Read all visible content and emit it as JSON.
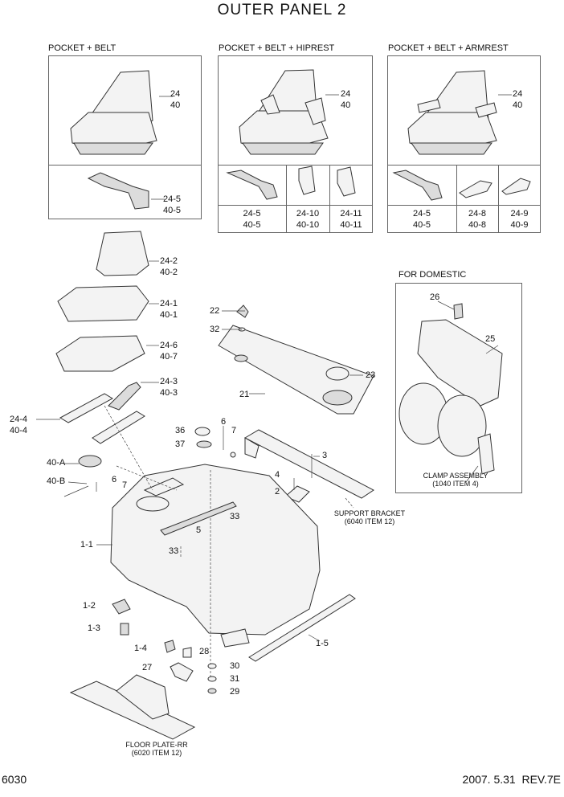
{
  "title": "OUTER PANEL 2",
  "footer": {
    "page_number": "6030",
    "date_rev": "2007. 5.31  REV.7E"
  },
  "boxes": {
    "pocket_belt": {
      "heading": "POCKET + BELT",
      "seat": [
        "24",
        "40"
      ],
      "belt": [
        "24-5",
        "40-5"
      ]
    },
    "pocket_belt_hiprest": {
      "heading": "POCKET + BELT + HIPREST",
      "seat": [
        "24",
        "40"
      ],
      "cells": [
        [
          "24-5",
          "40-5"
        ],
        [
          "24-10",
          "40-10"
        ],
        [
          "24-11",
          "40-11"
        ]
      ]
    },
    "pocket_belt_armrest": {
      "heading": "POCKET + BELT + ARMREST",
      "seat": [
        "24",
        "40"
      ],
      "cells": [
        [
          "24-5",
          "40-5"
        ],
        [
          "24-8",
          "40-8"
        ],
        [
          "24-9",
          "40-9"
        ]
      ]
    },
    "domestic": {
      "heading": "FOR DOMESTIC",
      "parts": [
        "26",
        "25"
      ],
      "clamp": [
        "CLAMP ASSEMBLY",
        "(1040 ITEM 4)"
      ]
    }
  },
  "seat_labels": {
    "s24_2": [
      "24-2",
      "40-2"
    ],
    "s24_1": [
      "24-1",
      "40-1"
    ],
    "s24_6": [
      "24-6",
      "40-7"
    ],
    "s24_3": [
      "24-3",
      "40-3"
    ],
    "s24_4": [
      "24-4",
      "40-4"
    ],
    "s40a": "40-A",
    "s40b": "40-B"
  },
  "part_labels": {
    "p22": "22",
    "p32": "32",
    "p23": "23",
    "p21": "21",
    "p36": "36",
    "p37": "37",
    "p6a": "6",
    "p7a": "7",
    "p3": "3",
    "p4": "4",
    "p2": "2",
    "p6b": "6",
    "p7b": "7",
    "p33a": "33",
    "p5": "5",
    "p33b": "33",
    "p1_1": "1-1",
    "p1_2": "1-2",
    "p1_3": "1-3",
    "p1_4": "1-4",
    "p28": "28",
    "p27": "27",
    "p30": "30",
    "p31": "31",
    "p29": "29",
    "p1_5": "1-5"
  },
  "notes": {
    "support_bracket": [
      "SUPPORT BRACKET",
      "(6040 ITEM 12)"
    ],
    "floor_plate": [
      "FLOOR PLATE-RR",
      "(6020 ITEM 12)"
    ]
  }
}
